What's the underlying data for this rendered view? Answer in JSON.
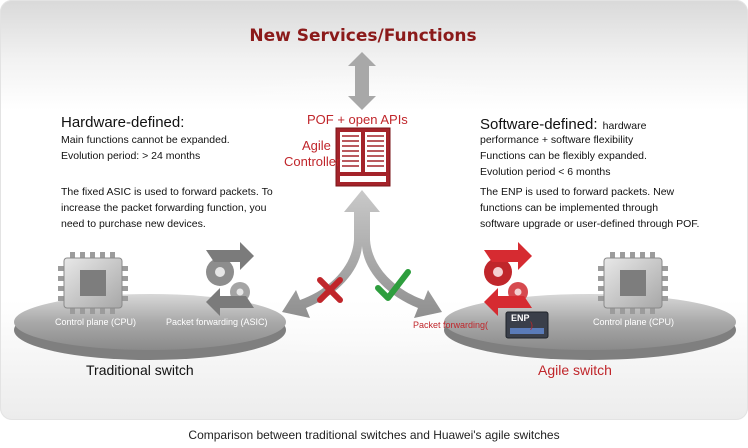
{
  "title": "New Services/Functions",
  "controller": {
    "apis_label": "POF + open APIs",
    "name_line1": "Agile",
    "name_line2": "Controller"
  },
  "hardware": {
    "heading": "Hardware-defined:",
    "line1": "Main functions cannot be expanded.",
    "line2": "Evolution period: > 24 months",
    "para_line1": "The fixed ASIC is used to forward packets. To",
    "para_line2": "increase the packet forwarding function, you",
    "para_line3": "need to purchase new devices."
  },
  "software": {
    "heading": "Software-defined:",
    "heading_suffix": "hardware",
    "line1": "performance + software flexibility",
    "line2": "Functions can be flexibly expanded.",
    "line3": "Evolution period < 6 months",
    "para_line1": "The ENP is used to forward packets. New",
    "para_line2": "functions can be implemented through",
    "para_line3": "software upgrade or user-defined through POF."
  },
  "traditional_switch": {
    "control_plane": "Control plane (CPU)",
    "packet_forwarding": "Packet forwarding (ASIC)",
    "name": "Traditional switch"
  },
  "agile_switch": {
    "packet_forwarding_prefix": "Packet forwarding(",
    "packet_forwarding_suffix": ")",
    "chip_label": "ENP",
    "control_plane": "Control plane (CPU)",
    "name": "Agile switch"
  },
  "caption": "Comparison between traditional switches and Huawei's agile switches",
  "colors": {
    "title": "#8b1a1a",
    "accent_red": "#c0262b",
    "arrow_gray": "#9a9a9a",
    "check_green": "#2e9e3e",
    "cross_red": "#c0262b"
  }
}
